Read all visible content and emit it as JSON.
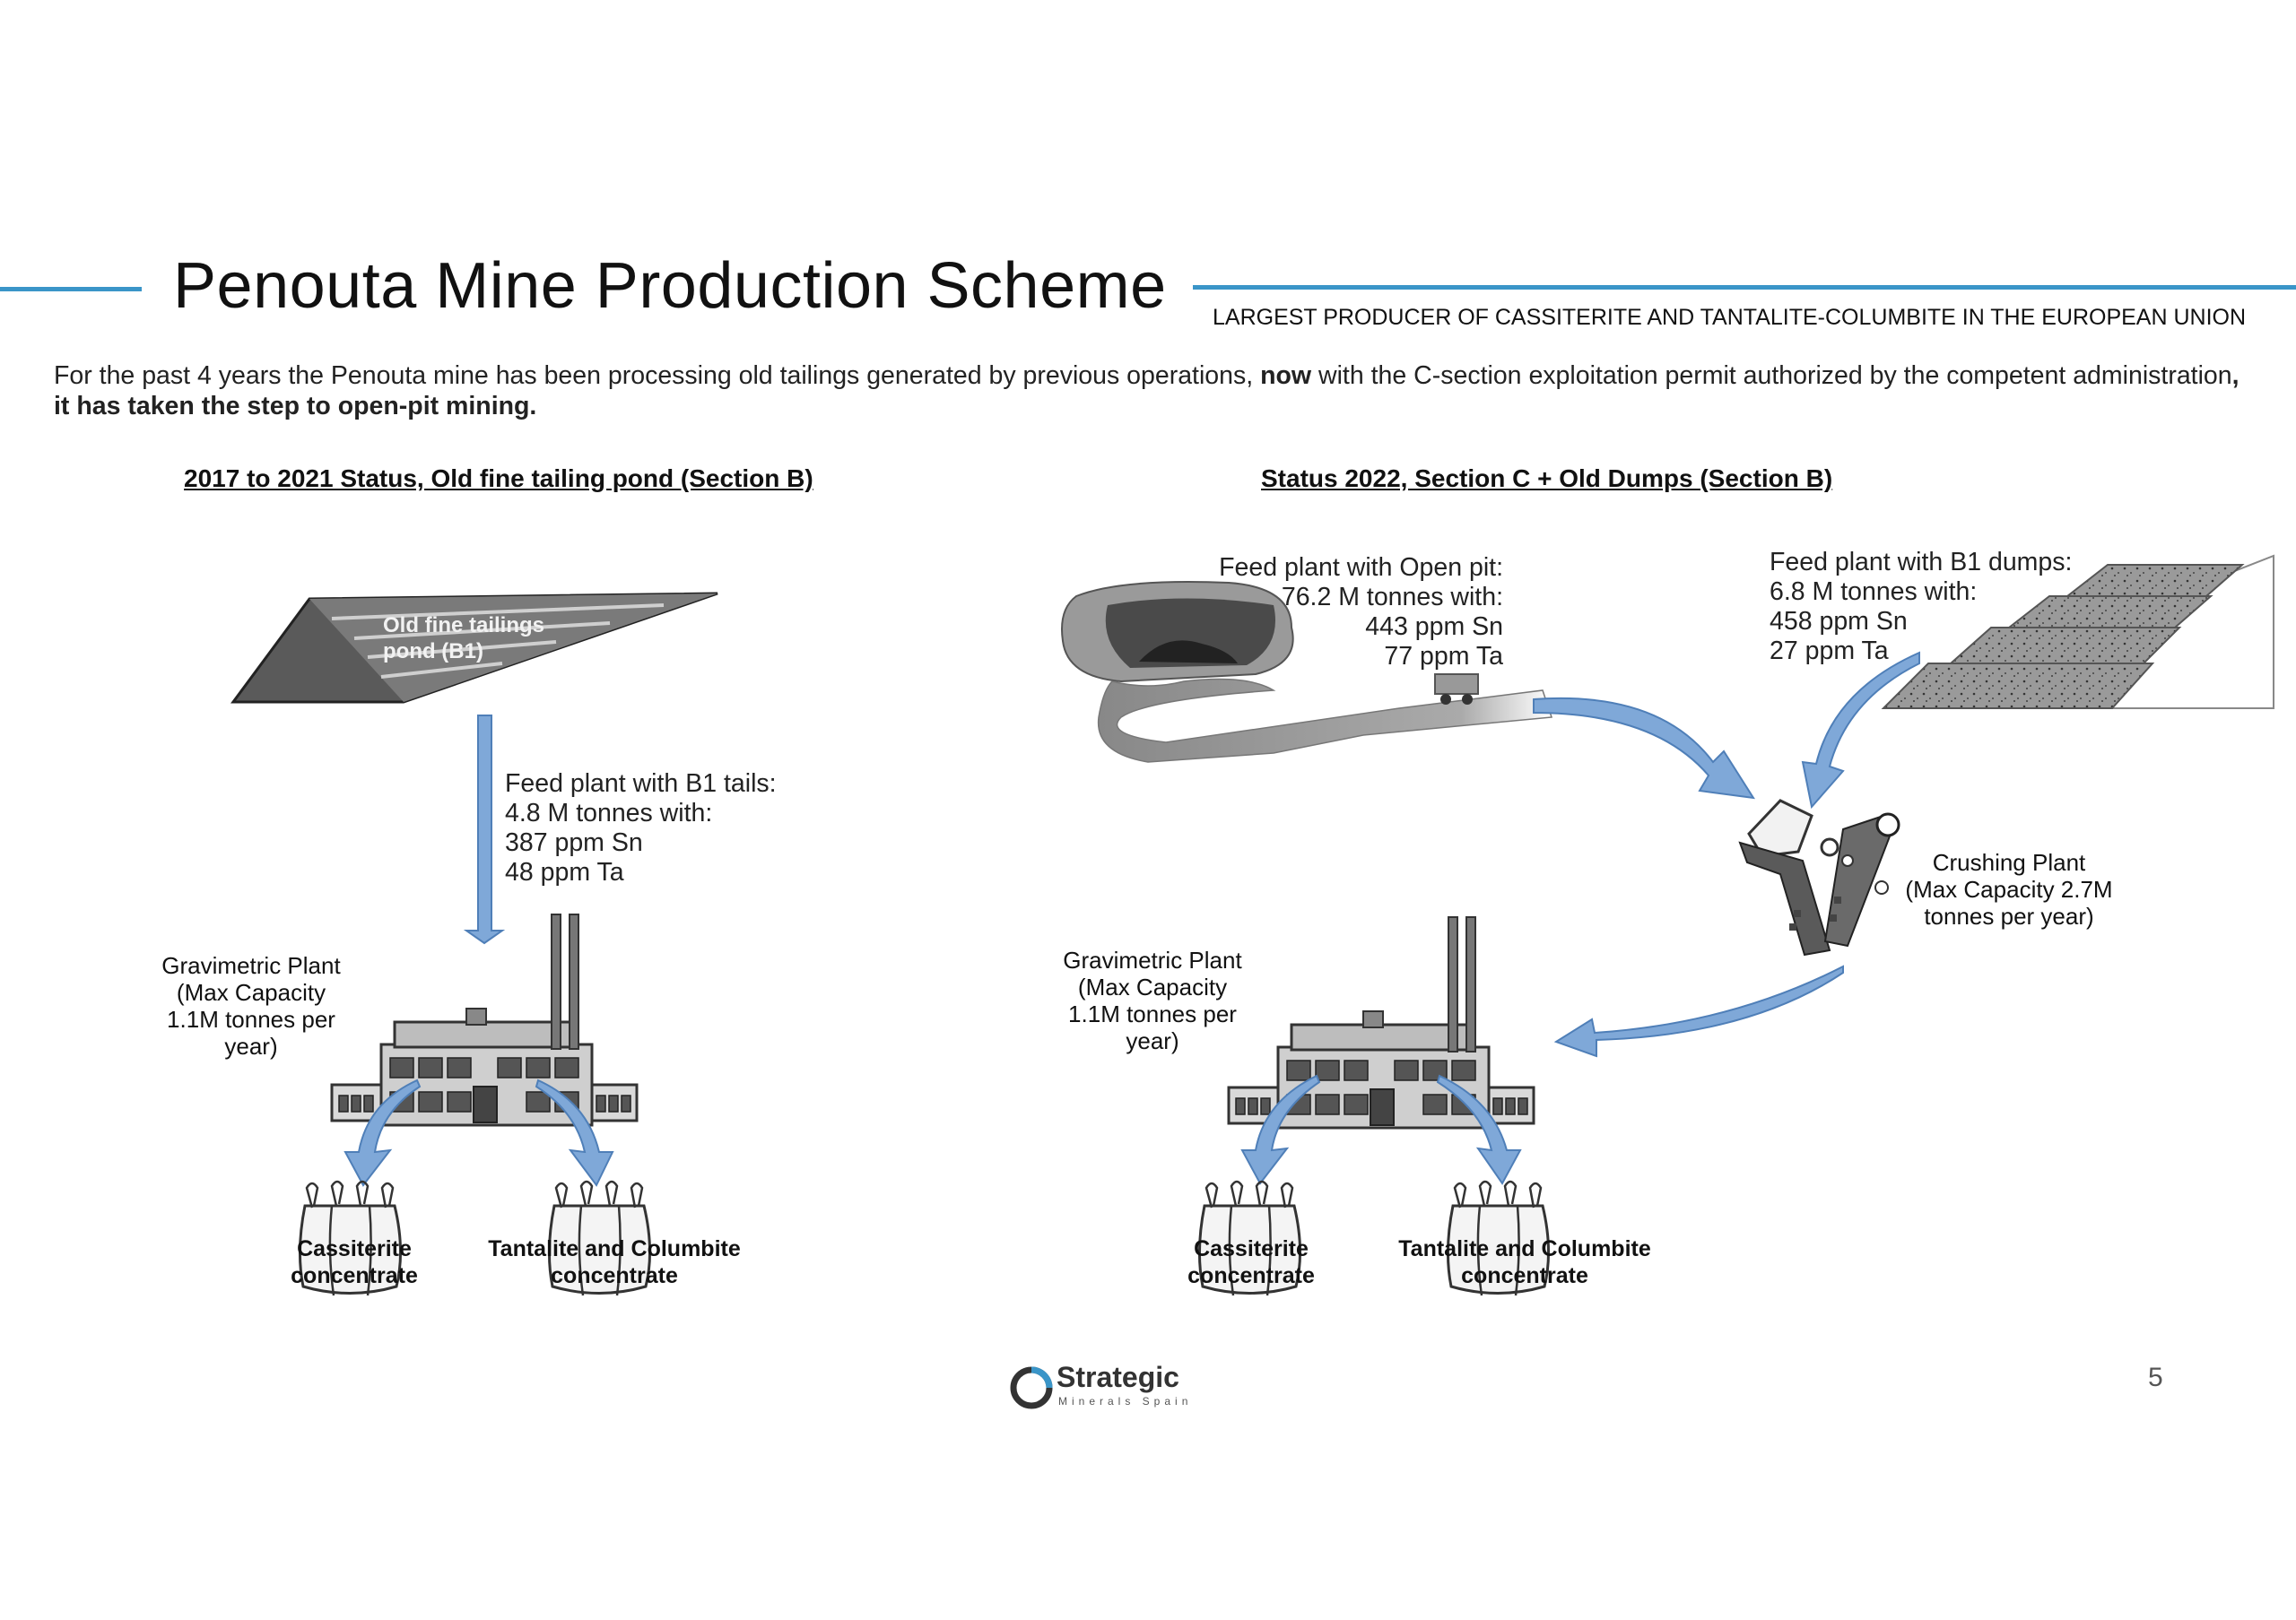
{
  "header": {
    "title": "Penouta Mine Production Scheme",
    "subtitle": "LARGEST PRODUCER OF CASSITERITE AND TANTALITE-COLUMBITE IN THE EUROPEAN UNION",
    "accent_color": "#3a95c8"
  },
  "intro": {
    "part1": "For the past 4 years the Penouta mine has been processing old tailings generated by previous operations, ",
    "bold1": "now",
    "part2": " with the C-section exploitation permit authorized by the competent administration",
    "bold2": ", it has taken the step to open-pit mining."
  },
  "left": {
    "heading": "2017 to 2021 Status, Old fine tailing pond (Section B)",
    "pond_label": "Old fine tailings\npond (B1)",
    "feed_label": "Feed plant with B1 tails:\n4.8 M tonnes with:\n387 ppm Sn\n48 ppm Ta",
    "plant_label": "Gravimetric Plant\n(Max Capacity\n1.1M tonnes per\nyear)",
    "bag1": "Cassiterite\nconcentrate",
    "bag2": "Tantalite and Columbite\nconcentrate"
  },
  "right": {
    "heading": "Status 2022, Section C + Old Dumps (Section B)",
    "openpit_label": "Feed plant with Open pit:\n76.2 M tonnes with:\n443 ppm Sn\n77 ppm Ta",
    "dumps_label": "Feed plant with B1 dumps:\n6.8 M tonnes with:\n458 ppm Sn\n27 ppm Ta",
    "crushing_label": "Crushing Plant\n(Max Capacity 2.7M\ntonnes per year)",
    "plant_label": "Gravimetric Plant\n(Max Capacity\n1.1M tonnes per\nyear)",
    "bag1": "Cassiterite\nconcentrate",
    "bag2": "Tantalite and Columbite\nconcentrate"
  },
  "footer": {
    "logo_name": "Strategic",
    "logo_sub": "Minerals Spain",
    "page_number": "5"
  },
  "icons": [
    "tailings-pond-icon",
    "factory-icon",
    "bulk-bag-icon",
    "open-pit-icon",
    "dump-terraces-icon",
    "crusher-icon",
    "arrow-icon",
    "logo-ring-icon"
  ]
}
